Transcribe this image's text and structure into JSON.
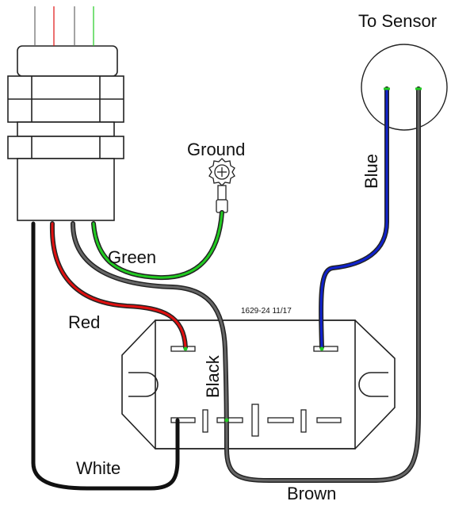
{
  "labels": {
    "to_sensor": "To Sensor",
    "ground": "Ground",
    "green": "Green",
    "red": "Red",
    "blue": "Blue",
    "black": "Black",
    "white": "White",
    "brown": "Brown",
    "part_number": "1629-24 11/17"
  },
  "colors": {
    "green_wire": "#22cc22",
    "red_wire": "#e01010",
    "blue_wire": "#1022cc",
    "black_wire": "#111111",
    "white_wire": "#111111",
    "brown_wire": "#555555",
    "outline": "#222222"
  },
  "icons": {
    "ground": "ground-lug-icon",
    "gland": "cable-gland-icon",
    "sensor": "sensor-circle-icon",
    "relay": "relay-module-icon"
  }
}
